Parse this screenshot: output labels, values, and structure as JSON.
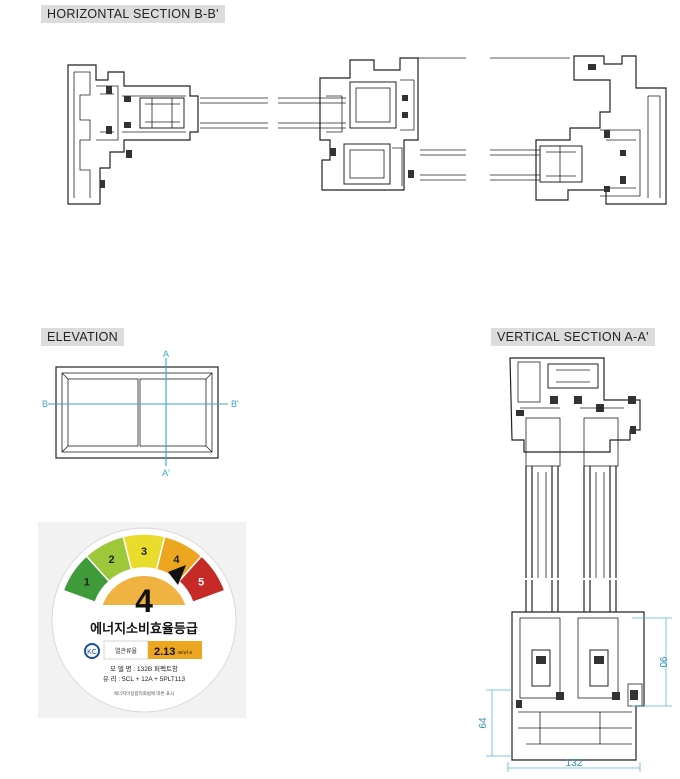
{
  "labels": {
    "horizontal": "HORIZONTAL SECTION B-B'",
    "elevation": "ELEVATION",
    "vertical": "VERTICAL SECTION A-A'"
  },
  "elevation": {
    "mark_a_top": "A",
    "mark_a_bottom": "A'",
    "mark_b_left": "B",
    "mark_b_right": "B'"
  },
  "energy_label": {
    "grades": [
      "1",
      "2",
      "3",
      "4",
      "5"
    ],
    "grade_colors": [
      "#3f9a3a",
      "#9cc83a",
      "#e9dc2d",
      "#eda620",
      "#c52a26"
    ],
    "grade": "4",
    "title": "에너지소비효율등급",
    "metric_label": "열관류율",
    "metric_value": "2.13",
    "metric_unit": "W/㎡·K",
    "model_line": "모 델 명 : 132B 퍼펙트창",
    "glass_line": "유 리 : 5CL + 12A + 5PLT113",
    "footer": "에너지이용합리화법에 따른 표시",
    "cert_mark": "KC"
  },
  "dimensions": {
    "height_upper": "90",
    "height_lower": "64",
    "width": "132"
  }
}
